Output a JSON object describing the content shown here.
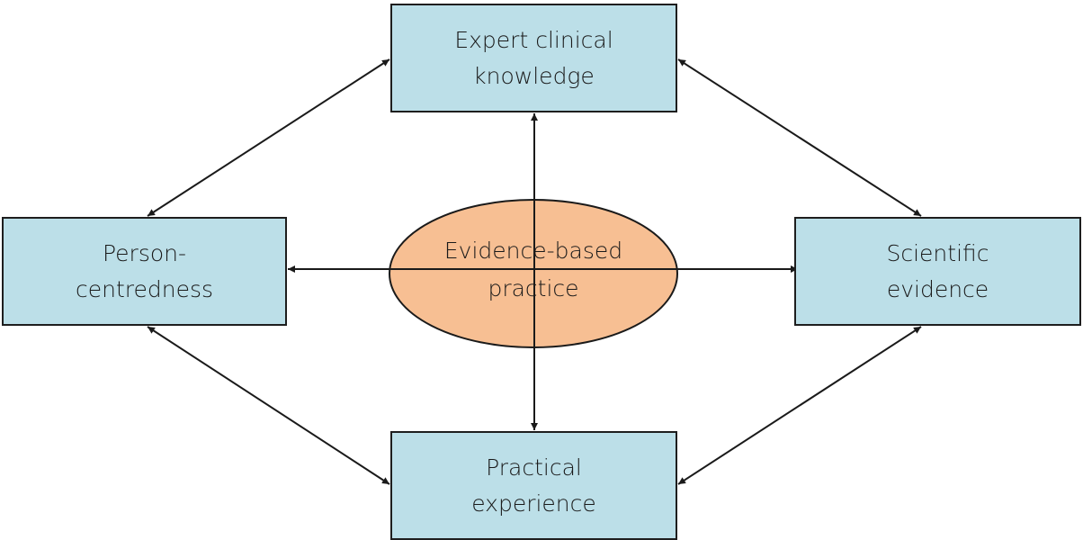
{
  "diagram": {
    "center": {
      "label": "Evidence-based\npractice",
      "fill": "#f7bf93"
    },
    "nodes": [
      {
        "id": "top",
        "label": "Expert clinical\nknowledge"
      },
      {
        "id": "left",
        "label": "Person-\ncentredness"
      },
      {
        "id": "right",
        "label": "Scientific\nevidence"
      },
      {
        "id": "bottom",
        "label": "Practical\nexperience"
      }
    ],
    "node_fill": "#bcdfe8",
    "edges": [
      {
        "from": "center",
        "to": "top",
        "type": "arrow"
      },
      {
        "from": "center",
        "to": "bottom",
        "type": "arrow"
      },
      {
        "from": "center",
        "to": "left",
        "type": "arrow"
      },
      {
        "from": "center",
        "to": "right",
        "type": "arrow"
      },
      {
        "from": "top",
        "to": "left",
        "type": "bidirectional"
      },
      {
        "from": "top",
        "to": "right",
        "type": "bidirectional"
      },
      {
        "from": "bottom",
        "to": "left",
        "type": "bidirectional"
      },
      {
        "from": "bottom",
        "to": "right",
        "type": "bidirectional"
      }
    ]
  }
}
